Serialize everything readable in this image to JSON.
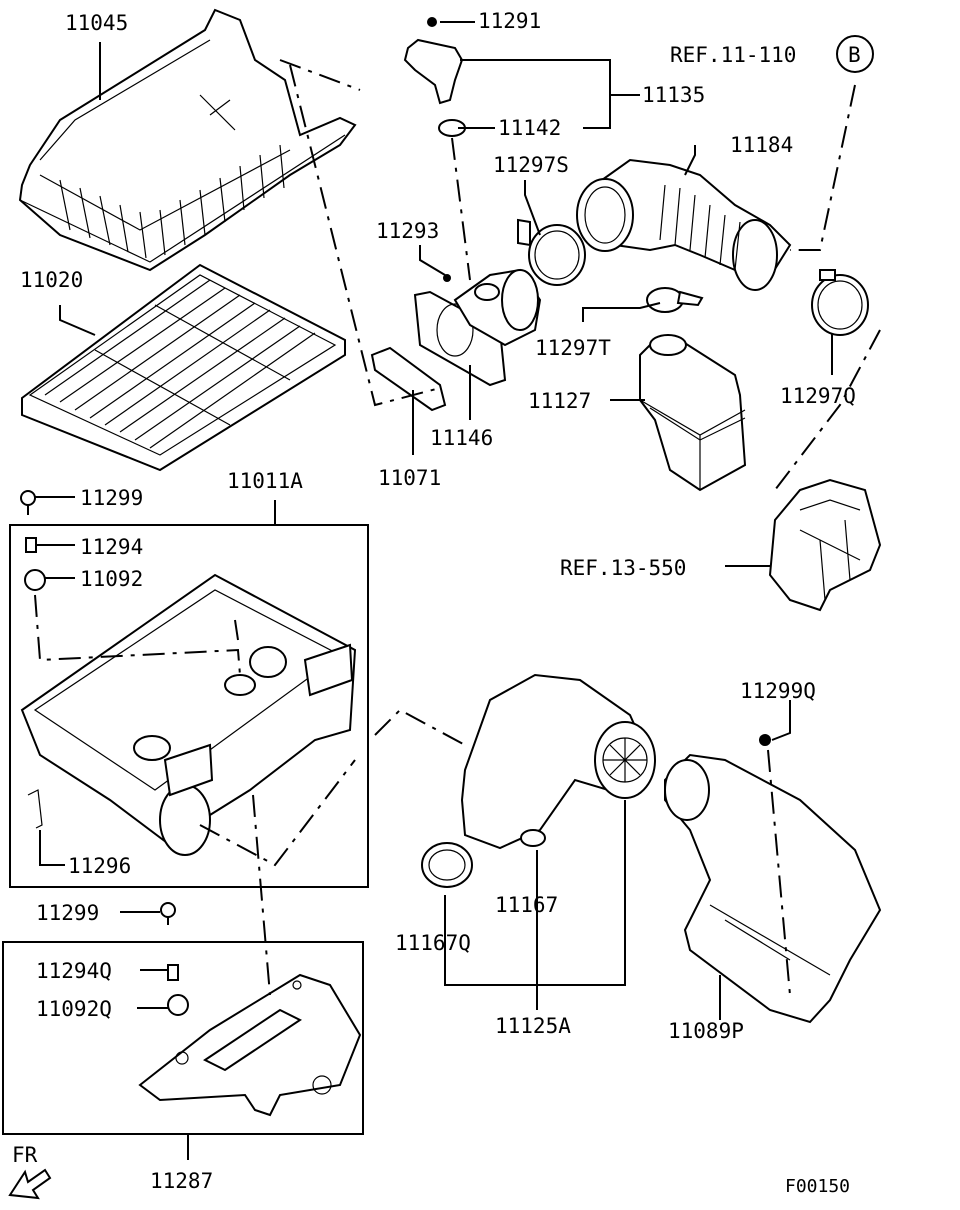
{
  "parts": {
    "p11045": "11045",
    "p11020": "11020",
    "p11291": "11291",
    "p11135": "11135",
    "p11142": "11142",
    "p11297S": "11297S",
    "p11184": "11184",
    "ref11110": "REF.11-110",
    "refB": "B",
    "p11293": "11293",
    "p11297T": "11297T",
    "p11146": "11146",
    "p11127": "11127",
    "p11297Q": "11297Q",
    "p11071": "11071",
    "p11011A": "11011A",
    "p11299a": "11299",
    "p11294": "11294",
    "p11092": "11092",
    "ref13550": "REF.13-550",
    "p11296": "11296",
    "p11299Q": "11299Q",
    "p11299b": "11299",
    "p11167": "11167",
    "p11167Q": "11167Q",
    "p11294Q": "11294Q",
    "p11092Q": "11092Q",
    "p11125A": "11125A",
    "p11089P": "11089P",
    "p11287": "11287",
    "fr": "FR",
    "code": "F00150"
  }
}
